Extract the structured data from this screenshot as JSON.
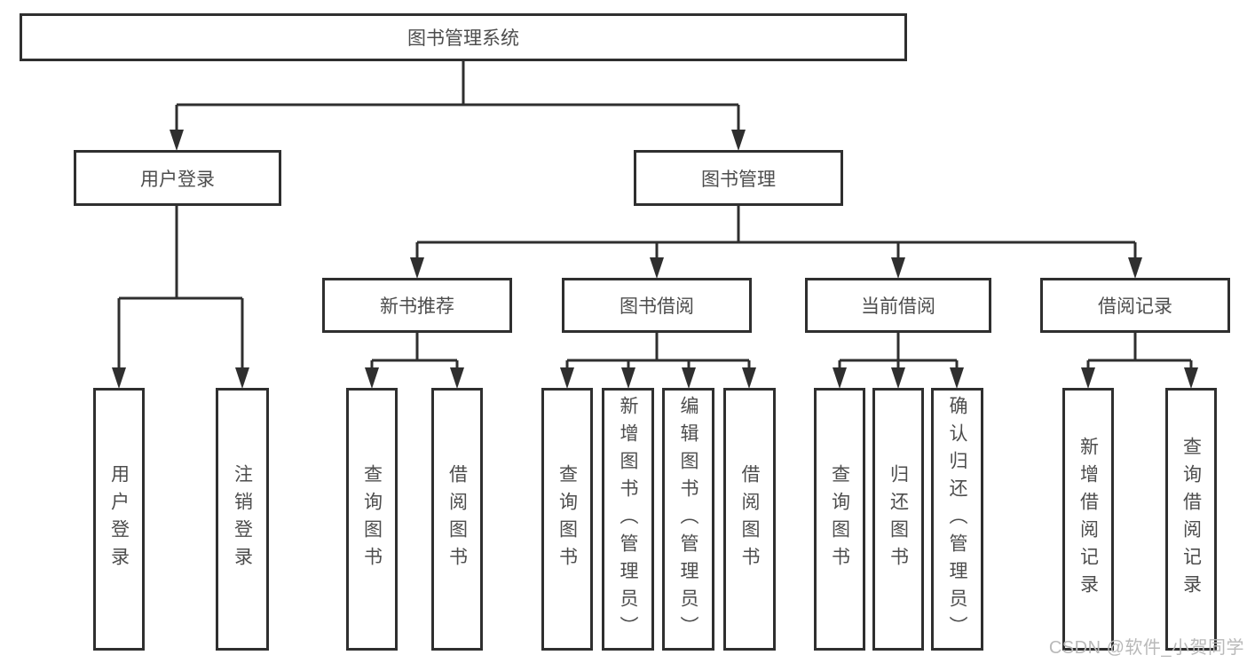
{
  "colors": {
    "line": "#2f2f2f",
    "text": "#4d4d4d",
    "watermark": "#b9b9b9",
    "background": "#ffffff"
  },
  "watermark": "CSDN @软件_小贺同学",
  "nodes": {
    "root": "图书管理系统",
    "user_login": "用户登录",
    "book_management": "图书管理",
    "new_book_recommend": "新书推荐",
    "book_borrow": "图书借阅",
    "current_borrow": "当前借阅",
    "borrow_records": "借阅记录",
    "leaf_user_login": "用户登录",
    "leaf_logout": "注销登录",
    "leaf_nb_query": "查询图书",
    "leaf_nb_borrow": "借阅图书",
    "leaf_bb_query": "查询图书",
    "leaf_bb_add": "新增图书（管理员）",
    "leaf_bb_edit": "编辑图书（管理员）",
    "leaf_bb_borrow": "借阅图书",
    "leaf_cb_query": "查询图书",
    "leaf_cb_return": "归还图书",
    "leaf_cb_confirm": "确认归还（管理员）",
    "leaf_br_add": "新增借阅记录",
    "leaf_br_query": "查询借阅记录"
  }
}
